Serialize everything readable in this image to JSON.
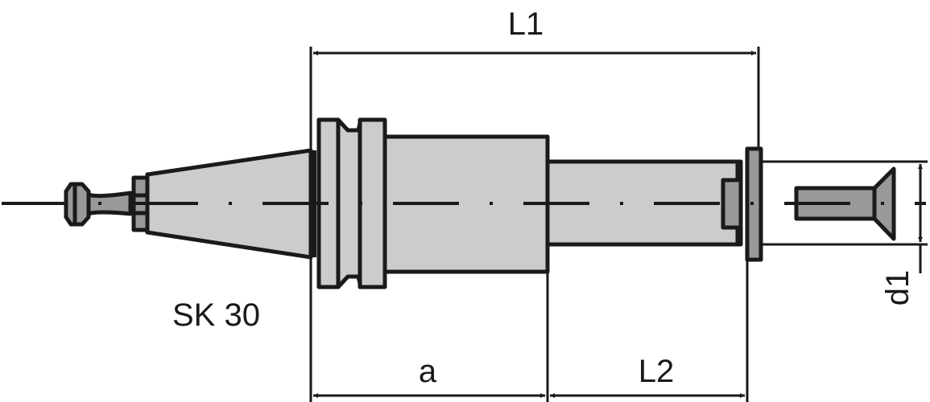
{
  "drawing": {
    "dimension_labels": {
      "overall_length": "L1",
      "flange_length": "a",
      "extension_length": "L2",
      "diameter": "d1"
    },
    "taper_label": "SK 30",
    "colors": {
      "outline": "#1a1a1a",
      "body_fill": "#cccccc",
      "dark_fill": "#999999"
    }
  }
}
